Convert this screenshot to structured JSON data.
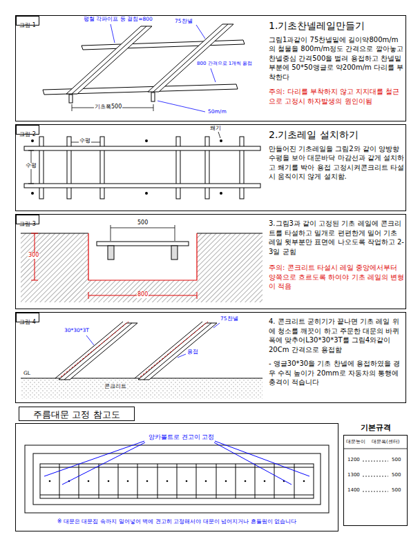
{
  "diagram": {
    "nodes": [
      {
        "text": [
          "1.기초찬넬레일만들기",
          "그림1과같이 75찬넬밑에 길이약800m/m의 철물을 800m/m정도 간격으로 깔아놓고 찬넬중심 간격500을 벌려 용접하고 찬넬밑부분에 50*50앵글로 약200m/m 다리를 부착한다",
          "주의: 다리를 부착하지 않고 지지대를 철근으로 고정시 하자발생의 원인이됨"
        ]
      },
      {
        "text": [
          "그림 1"
        ],
        "in": 0
      },
      {
        "text": [
          "2.기초레일 설치하기",
          "만들어진 기초레일을 그림2와 같이 양방향 수평을 보아 대문바닥 마감선과 같게 설치하고 쐐기를 박아 용접 고정시켜콘크리트 타설시 움직이지 않게 설치함."
        ]
      },
      {
        "text": [
          "그림 2"
        ],
        "in": 2
      },
      {
        "text": [
          "3.그림3과 같이 고정된 기초 레일에 콘크리트를 타설하고 밀개로 편편한게 밀어 기초 레일 윗부분만 표면에 나오도록 작업하고 2-3일 굳힘",
          "주의: 콘크리트 타설시 레일 중앙에서부터 양쪽으로 흐르도록 하여야 기초 레일의 변형이 적음"
        ]
      },
      {
        "text": [
          "그림 3"
        ],
        "in": 4
      },
      {
        "text": [
          "4. 콘크리트 굳히기가 끝나면 기초 레일 위에 청소를 깨끗이 하고 주문한 대문의 바퀴폭에 맞추어L30*30*3T를 그림4와같이 20Cm 간격으로 용접함",
          "- 앵글30*30을 기초 찬넬에 용접하였을 경우 수직 높이가 20mm로 자동차의 통행에 충격이 적습니다"
        ]
      },
      {
        "text": [
          "그림 4"
        ],
        "in": 6
      },
      {
        "text": [
          "주름대문 고정 참고도"
        ]
      },
      {
        "text": [
          "※ 대문은 대문집 속까지 밀어넣어 벽에 견고히 고정해서야 대문이 넘어지거나 흔들림이 없습니다"
        ]
      },
      {
        "text": [
          "기본규격"
        ]
      }
    ],
    "labels": [
      "평철 각파이프 등 걸침=800",
      "75찬넬",
      "800 간격으로 1개씩 용접",
      "기초폭500",
      "50m/m",
      "쐐기",
      "수평",
      "수평",
      "500",
      "300",
      "800",
      "30*30*3T",
      "75찬넬",
      "용접",
      "GL",
      "콘크리트",
      "앙카볼트로 견고이 고정",
      "대문높이",
      "대문폭(센터)",
      "1200",
      "500",
      "1300",
      "500",
      "1400",
      "500"
    ]
  }
}
